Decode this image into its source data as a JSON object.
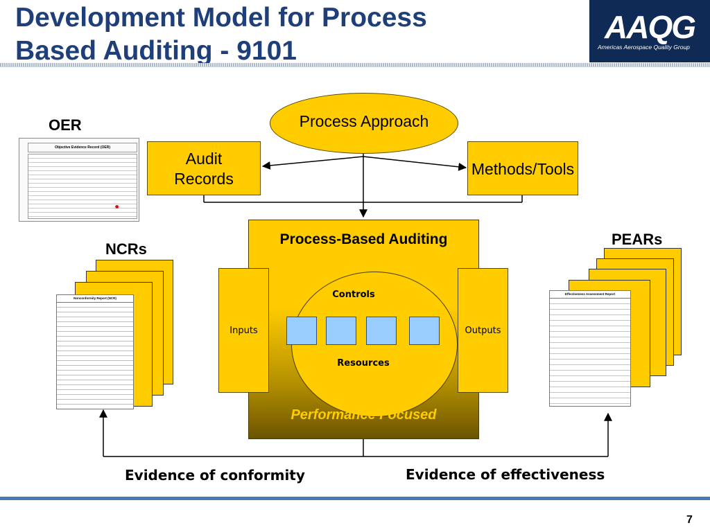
{
  "slide": {
    "title_line1": "Development Model for Process",
    "title_line2": "Based Auditing - 9101",
    "page_number": "7"
  },
  "logo": {
    "mark": "AAQG",
    "subtitle": "Americas Aerospace Quality Group"
  },
  "diagram": {
    "process_approach": "Process Approach",
    "audit_records_line1": "Audit",
    "audit_records_line2": "Records",
    "methods_tools": "Methods/Tools",
    "pba_title": "Process-Based Auditing",
    "inputs": "Inputs",
    "outputs": "Outputs",
    "controls": "Controls",
    "resources": "Resources",
    "performance": "Performance Focused",
    "oer_label": "OER",
    "ncrs_label": "NCRs",
    "pears_label": "PEARs",
    "evidence_conformity": "Evidence of conformity",
    "evidence_effectiveness": "Evidence of effectiveness",
    "oer_form_title": "Objective Evidence Record (OER)",
    "ncr_form_title": "Nonconformity Report (NCR)",
    "pear_form_title": "Effectiveness Assessment Report"
  },
  "colors": {
    "title": "#1f3f7a",
    "box_fill": "#ffcc00",
    "process_box": "#99ccff",
    "performance_text": "#ffcc00"
  }
}
